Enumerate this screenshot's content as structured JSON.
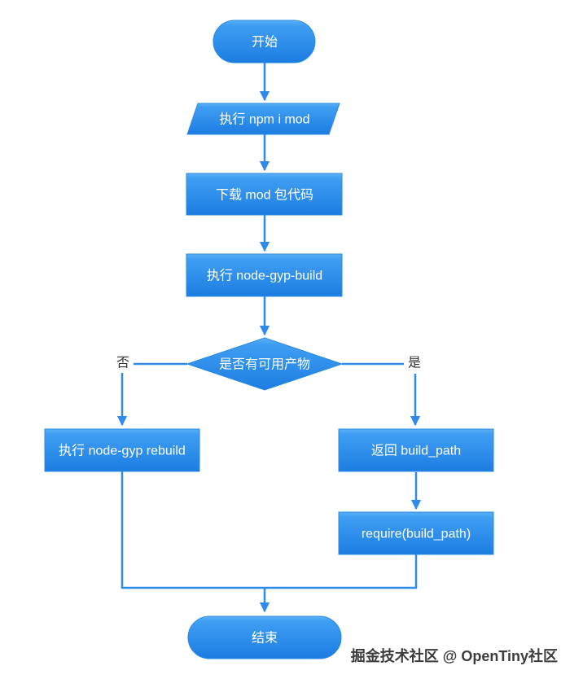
{
  "flowchart": {
    "nodes": [
      {
        "id": "start",
        "type": "terminator",
        "label": "开始"
      },
      {
        "id": "exec-npm-i-mod",
        "type": "input-output",
        "label": "执行 npm i mod"
      },
      {
        "id": "download-mod",
        "type": "process",
        "label": "下载 mod 包代码"
      },
      {
        "id": "exec-node-gyp-build",
        "type": "process",
        "label": "执行 node-gyp-build"
      },
      {
        "id": "has-usable-artifact",
        "type": "decision",
        "label": "是否有可用产物"
      },
      {
        "id": "exec-node-gyp-rebuild",
        "type": "process",
        "label": "执行 node-gyp rebuild"
      },
      {
        "id": "return-build-path",
        "type": "process",
        "label": "返回 build_path"
      },
      {
        "id": "require-build-path",
        "type": "process",
        "label": "require(build_path)"
      },
      {
        "id": "end",
        "type": "terminator",
        "label": "结束"
      }
    ],
    "branch_labels": {
      "no": "否",
      "yes": "是"
    },
    "colors": {
      "node_fill_top": "#5bb0f5",
      "node_fill_mid": "#3f9ef2",
      "node_fill_bottom": "#1c7de2",
      "node_border": "#2a8ae0",
      "connector": "#2e8bea",
      "node_text": "#ffffff",
      "edge_label_text": "#333333",
      "watermark_text": "#3c3c3c",
      "background": "#ffffff"
    },
    "watermark": "掘金技术社区 @ OpenTiny社区"
  }
}
